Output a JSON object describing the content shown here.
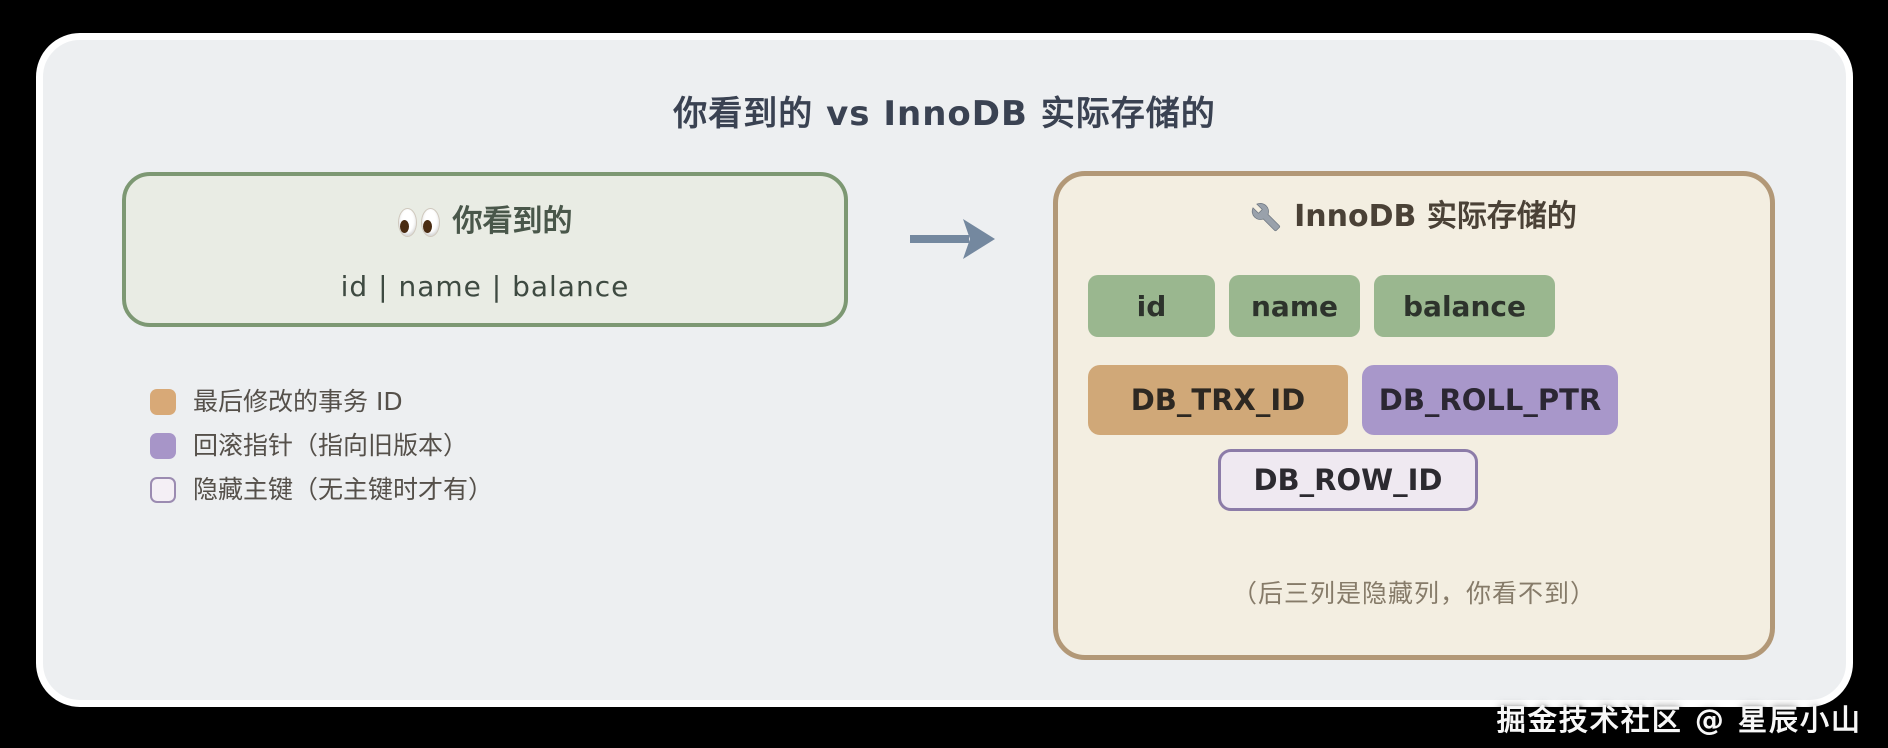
{
  "page": {
    "title": "你看到的 vs InnoDB 实际存储的",
    "watermark": "掘金技术社区 @ 星辰小山"
  },
  "seen_box": {
    "icon": "eyes-emoji",
    "title": "你看到的",
    "columns_text": "id | name | balance"
  },
  "arrow": {
    "direction": "right",
    "color": "#74889f"
  },
  "store_box": {
    "icon": "wrench-emoji",
    "title": "InnoDB 实际存储的",
    "visible_columns": [
      "id",
      "name",
      "balance"
    ],
    "hidden_columns": [
      "DB_TRX_ID",
      "DB_ROLL_PTR",
      "DB_ROW_ID"
    ],
    "note": "（后三列是隐藏列，你看不到）"
  },
  "legend": {
    "items": [
      {
        "label": "最后修改的事务 ID",
        "swatch_color": "#d8a977"
      },
      {
        "label": "回滚指针（指向旧版本）",
        "swatch_color": "#a795c8"
      },
      {
        "label": "隐藏主键（无主键时才有）",
        "swatch_color": "#f4eff5",
        "swatch_border": "#9b8bb1"
      }
    ]
  },
  "colors": {
    "canvas_bg": "#000000",
    "card_bg": "#edeff1",
    "title_text": "#3a4252",
    "seen_box_bg": "#e9ece4",
    "seen_box_border": "#7d9873",
    "store_box_bg": "#f3eee1",
    "store_box_border": "#b29877",
    "visible_chip_bg": "#9ab78f",
    "trx_chip_bg": "#d0a878",
    "roll_chip_bg": "#a897ca",
    "rowid_chip_bg": "#efe9f1",
    "rowid_chip_border": "#8c7ca8",
    "note_text": "#867b69"
  }
}
